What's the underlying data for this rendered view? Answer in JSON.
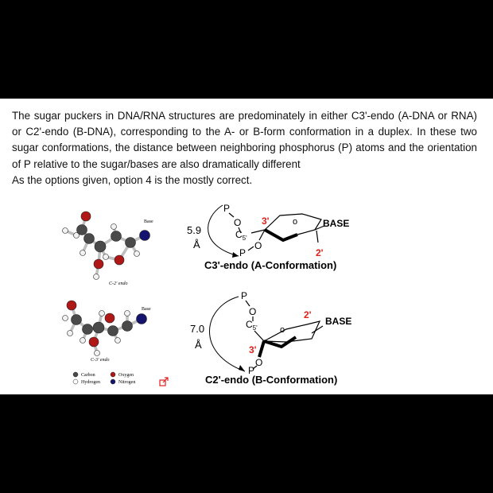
{
  "paragraph": {
    "text": "The sugar puckers in DNA/RNA structures are predominately in either C3'-endo (A-DNA or RNA) or C2'-endo (B-DNA), corresponding to the A- or B-form conformation in a duplex. In these two sugar conformations, the distance between neighboring phosphorus (P) atoms and the orientation of P relative to the sugar/bases are also dramatically different",
    "answer": "As the options given, option 4 is the mostly correct."
  },
  "ball_stick": {
    "top_label": "C-2' endo",
    "bottom_label": "C-3' endo",
    "base_label_top": "Base",
    "base_label_bottom": "Base",
    "legend": {
      "carbon": "Carbon",
      "oxygen": "Oxygen",
      "hydrogen": "Hydrogen",
      "nitrogen": "Nitrogen"
    }
  },
  "diagram_top": {
    "p_top": "P",
    "o_top": "O",
    "c5": "C",
    "c5_sub": "5'",
    "c3": "3'",
    "base": "BASE",
    "c2": "2'",
    "o_bottom": "O",
    "p_bottom": "P",
    "distance": "5.9",
    "unit": "Å",
    "caption": "C3'-endo  (A-Conformation)"
  },
  "diagram_bottom": {
    "p_top": "P",
    "o_top": "O",
    "c5": "C",
    "c5_sub": "5'",
    "c2": "2'",
    "base": "BASE",
    "c3": "3'",
    "o_bottom": "O",
    "p_bottom": "P",
    "distance": "7.0",
    "unit": "Å",
    "caption": "C2'-endo  (B-Conformation)"
  },
  "colors": {
    "carbon": "#4a4a4a",
    "oxygen": "#b01818",
    "nitrogen": "#14146e",
    "hydrogen": "#f2f2f2",
    "highlight_red": "#e0201a",
    "link_icon": "#e02020"
  },
  "icons": {
    "external_link": "external-link-icon"
  }
}
